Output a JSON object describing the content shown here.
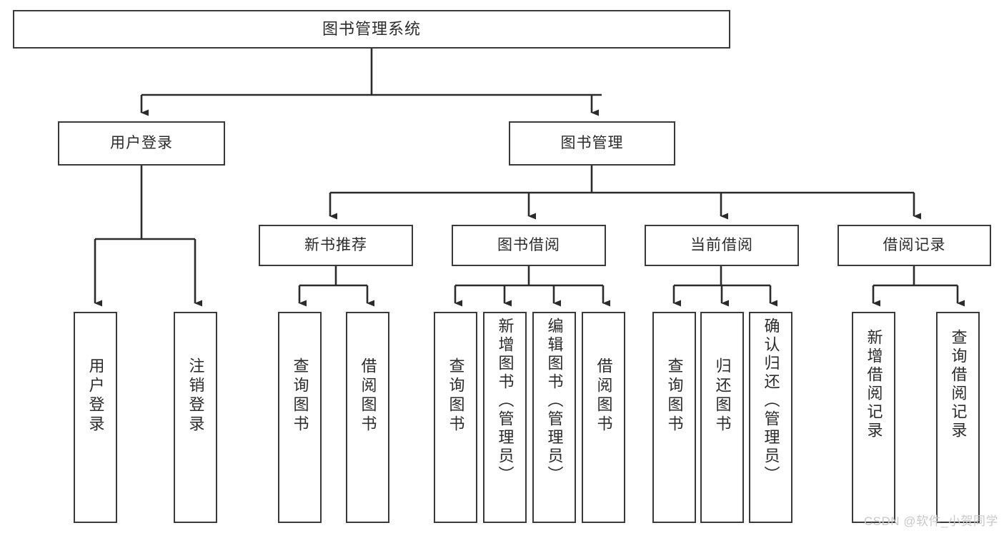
{
  "diagram": {
    "title": "图书管理系统",
    "type": "hierarchy-tree",
    "watermark": "CSDN @软件_小贺同学",
    "colors": {
      "box_border": "#3a3a3a",
      "box_fill": "#ffffff",
      "connector": "#2b2b2b",
      "text": "#2b2b2b",
      "watermark": "#c9c9c9"
    },
    "levels": [
      {
        "level": 1,
        "nodes": [
          "root"
        ]
      },
      {
        "level": 2,
        "nodes": [
          "user-login",
          "book-management"
        ]
      },
      {
        "level": 3,
        "nodes": [
          "new-book-recommend",
          "book-borrow",
          "current-borrow",
          "borrow-record"
        ]
      },
      {
        "level": 4,
        "nodes": [
          "leaf-user-login",
          "leaf-logout",
          "leaf-query-book-1",
          "leaf-borrow-book-1",
          "leaf-query-book-2",
          "leaf-add-book",
          "leaf-edit-book",
          "leaf-borrow-book-2",
          "leaf-query-book-3",
          "leaf-return-book",
          "leaf-confirm-return",
          "leaf-add-record",
          "leaf-query-record"
        ]
      }
    ],
    "nodes": {
      "root": {
        "label": "图书管理系统",
        "orientation": "horizontal"
      },
      "user_login": {
        "label": "用户登录",
        "orientation": "horizontal"
      },
      "book_management": {
        "label": "图书管理",
        "orientation": "horizontal"
      },
      "new_book_recommend": {
        "label": "新书推荐",
        "orientation": "horizontal"
      },
      "book_borrow": {
        "label": "图书借阅",
        "orientation": "horizontal"
      },
      "current_borrow": {
        "label": "当前借阅",
        "orientation": "horizontal"
      },
      "borrow_record": {
        "label": "借阅记录",
        "orientation": "horizontal"
      },
      "leaf_user_login": {
        "label": "用户登录",
        "orientation": "vertical"
      },
      "leaf_logout": {
        "label": "注销登录",
        "orientation": "vertical"
      },
      "leaf_query_book_1": {
        "label": "查询图书",
        "orientation": "vertical"
      },
      "leaf_borrow_book_1": {
        "label": "借阅图书",
        "orientation": "vertical"
      },
      "leaf_query_book_2": {
        "label": "查询图书",
        "orientation": "vertical"
      },
      "leaf_add_book": {
        "label": "新增图书（管理员）",
        "orientation": "vertical"
      },
      "leaf_edit_book": {
        "label": "编辑图书（管理员）",
        "orientation": "vertical"
      },
      "leaf_borrow_book_2": {
        "label": "借阅图书",
        "orientation": "vertical"
      },
      "leaf_query_book_3": {
        "label": "查询图书",
        "orientation": "vertical"
      },
      "leaf_return_book": {
        "label": "归还图书",
        "orientation": "vertical"
      },
      "leaf_confirm_return": {
        "label": "确认归还（管理员）",
        "orientation": "vertical"
      },
      "leaf_add_record": {
        "label": "新增借阅记录",
        "orientation": "vertical"
      },
      "leaf_query_record": {
        "label": "查询借阅记录",
        "orientation": "vertical"
      }
    },
    "edges": [
      {
        "from": "root",
        "to": "user_login"
      },
      {
        "from": "root",
        "to": "book_management"
      },
      {
        "from": "user_login",
        "to": "leaf_user_login"
      },
      {
        "from": "user_login",
        "to": "leaf_logout"
      },
      {
        "from": "book_management",
        "to": "new_book_recommend"
      },
      {
        "from": "book_management",
        "to": "book_borrow"
      },
      {
        "from": "book_management",
        "to": "current_borrow"
      },
      {
        "from": "book_management",
        "to": "borrow_record"
      },
      {
        "from": "new_book_recommend",
        "to": "leaf_query_book_1"
      },
      {
        "from": "new_book_recommend",
        "to": "leaf_borrow_book_1"
      },
      {
        "from": "book_borrow",
        "to": "leaf_query_book_2"
      },
      {
        "from": "book_borrow",
        "to": "leaf_add_book"
      },
      {
        "from": "book_borrow",
        "to": "leaf_edit_book"
      },
      {
        "from": "book_borrow",
        "to": "leaf_borrow_book_2"
      },
      {
        "from": "current_borrow",
        "to": "leaf_query_book_3"
      },
      {
        "from": "current_borrow",
        "to": "leaf_return_book"
      },
      {
        "from": "current_borrow",
        "to": "leaf_confirm_return"
      },
      {
        "from": "borrow_record",
        "to": "leaf_add_record"
      },
      {
        "from": "borrow_record",
        "to": "leaf_query_record"
      }
    ]
  }
}
